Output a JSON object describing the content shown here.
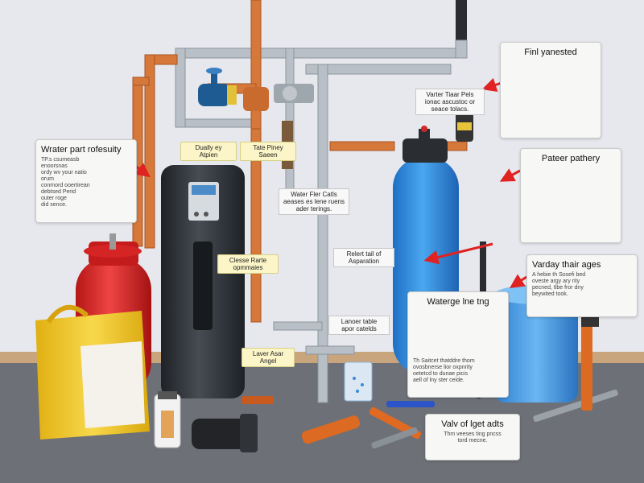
{
  "colors": {
    "background": "#e7e8ee",
    "floor": "#6d7077",
    "copper": "#d6783a",
    "arrow_red": "#e02222",
    "softener_blue": "#2f8fe0",
    "heater_dark": "#2f3338",
    "tag_yellow": "#fbf5c8"
  },
  "callouts": {
    "water_safety": {
      "title": "Wrater part rofesuity",
      "body": [
        "TP.s csumeasb enoorsnas",
        "ordy wv your natio orum",
        "conmord ooertirean",
        "debtsed Perid",
        "outer roge",
        "did sence."
      ]
    },
    "first_harvested": {
      "title": "Finl yanested"
    },
    "pattern_pathery": {
      "title": "Pateer pathery"
    },
    "variety_ages": {
      "title": "Varday thair ages",
      "body": [
        "A hebie th Sosefi bed",
        "oveste argy ary rity",
        "pecned, tlbe fror dny",
        "beywited took."
      ]
    },
    "watering_line": {
      "title": "Waterge lne tng",
      "body": [
        "Th Saitcet thatddre thom",
        "ovosbnerse lior oxpnrity",
        "oetetcd to dunae picis",
        "aell of lny ster ceide."
      ]
    },
    "valve_parts": {
      "title": "Valv of lget adts",
      "body": [
        "Thm veeses ting pncss",
        "tord mecne."
      ]
    }
  },
  "tags": {
    "dually_station": [
      "Dually ey",
      "Atpien"
    ],
    "tate_plney": [
      "Tate Piney",
      "Saeen"
    ],
    "vater_tear": [
      "Varter Tiaar Pels",
      "ionac ascustoc or",
      "seace tolacs."
    ],
    "water_fer_cattis": [
      "Water Fler Catls",
      "aeases es lene ruens",
      "ader terings."
    ],
    "clean_rate": [
      "Clesse Rarte",
      "opmmaies"
    ],
    "report_separation": [
      "Relert tail of",
      "Asparation"
    ],
    "lamper_table": [
      "Lanoer table",
      "apor catelds"
    ],
    "laver_angel": [
      "Laver Asar",
      "Angel"
    ]
  }
}
